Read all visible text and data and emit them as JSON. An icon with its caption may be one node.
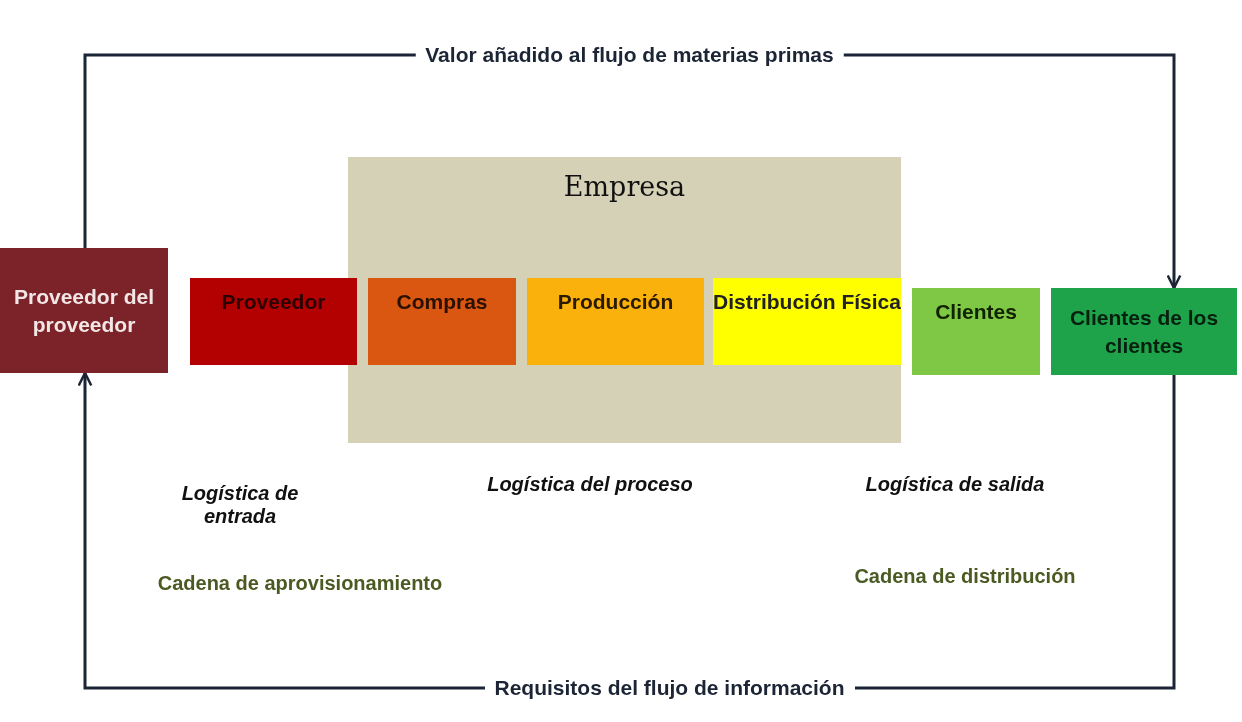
{
  "diagram": {
    "nodes": [
      {
        "text": [
          "Proveedor del proveedor"
        ]
      },
      {
        "text": [
          "Empresa"
        ]
      },
      {
        "text": [
          "Proveedor"
        ]
      },
      {
        "text": [
          "Compras"
        ],
        "in": 1
      },
      {
        "text": [
          "Producción"
        ],
        "in": 1
      },
      {
        "text": [
          "Distribución Física"
        ],
        "in": 1
      },
      {
        "text": [
          "Clientes"
        ]
      },
      {
        "text": [
          "Clientes de los clientes"
        ]
      }
    ],
    "edges": [
      {
        "from": 0,
        "to": 7,
        "arrow": "to",
        "label": "Valor añadido al flujo de materias primas"
      },
      {
        "from": 7,
        "to": 0,
        "arrow": "to",
        "label": "Requisitos del flujo de información"
      }
    ],
    "labels": [
      "Logística de entrada",
      "Logística del proceso",
      "Logística de salida",
      "Cadena de aprovisionamiento",
      "Cadena de distribución"
    ]
  }
}
